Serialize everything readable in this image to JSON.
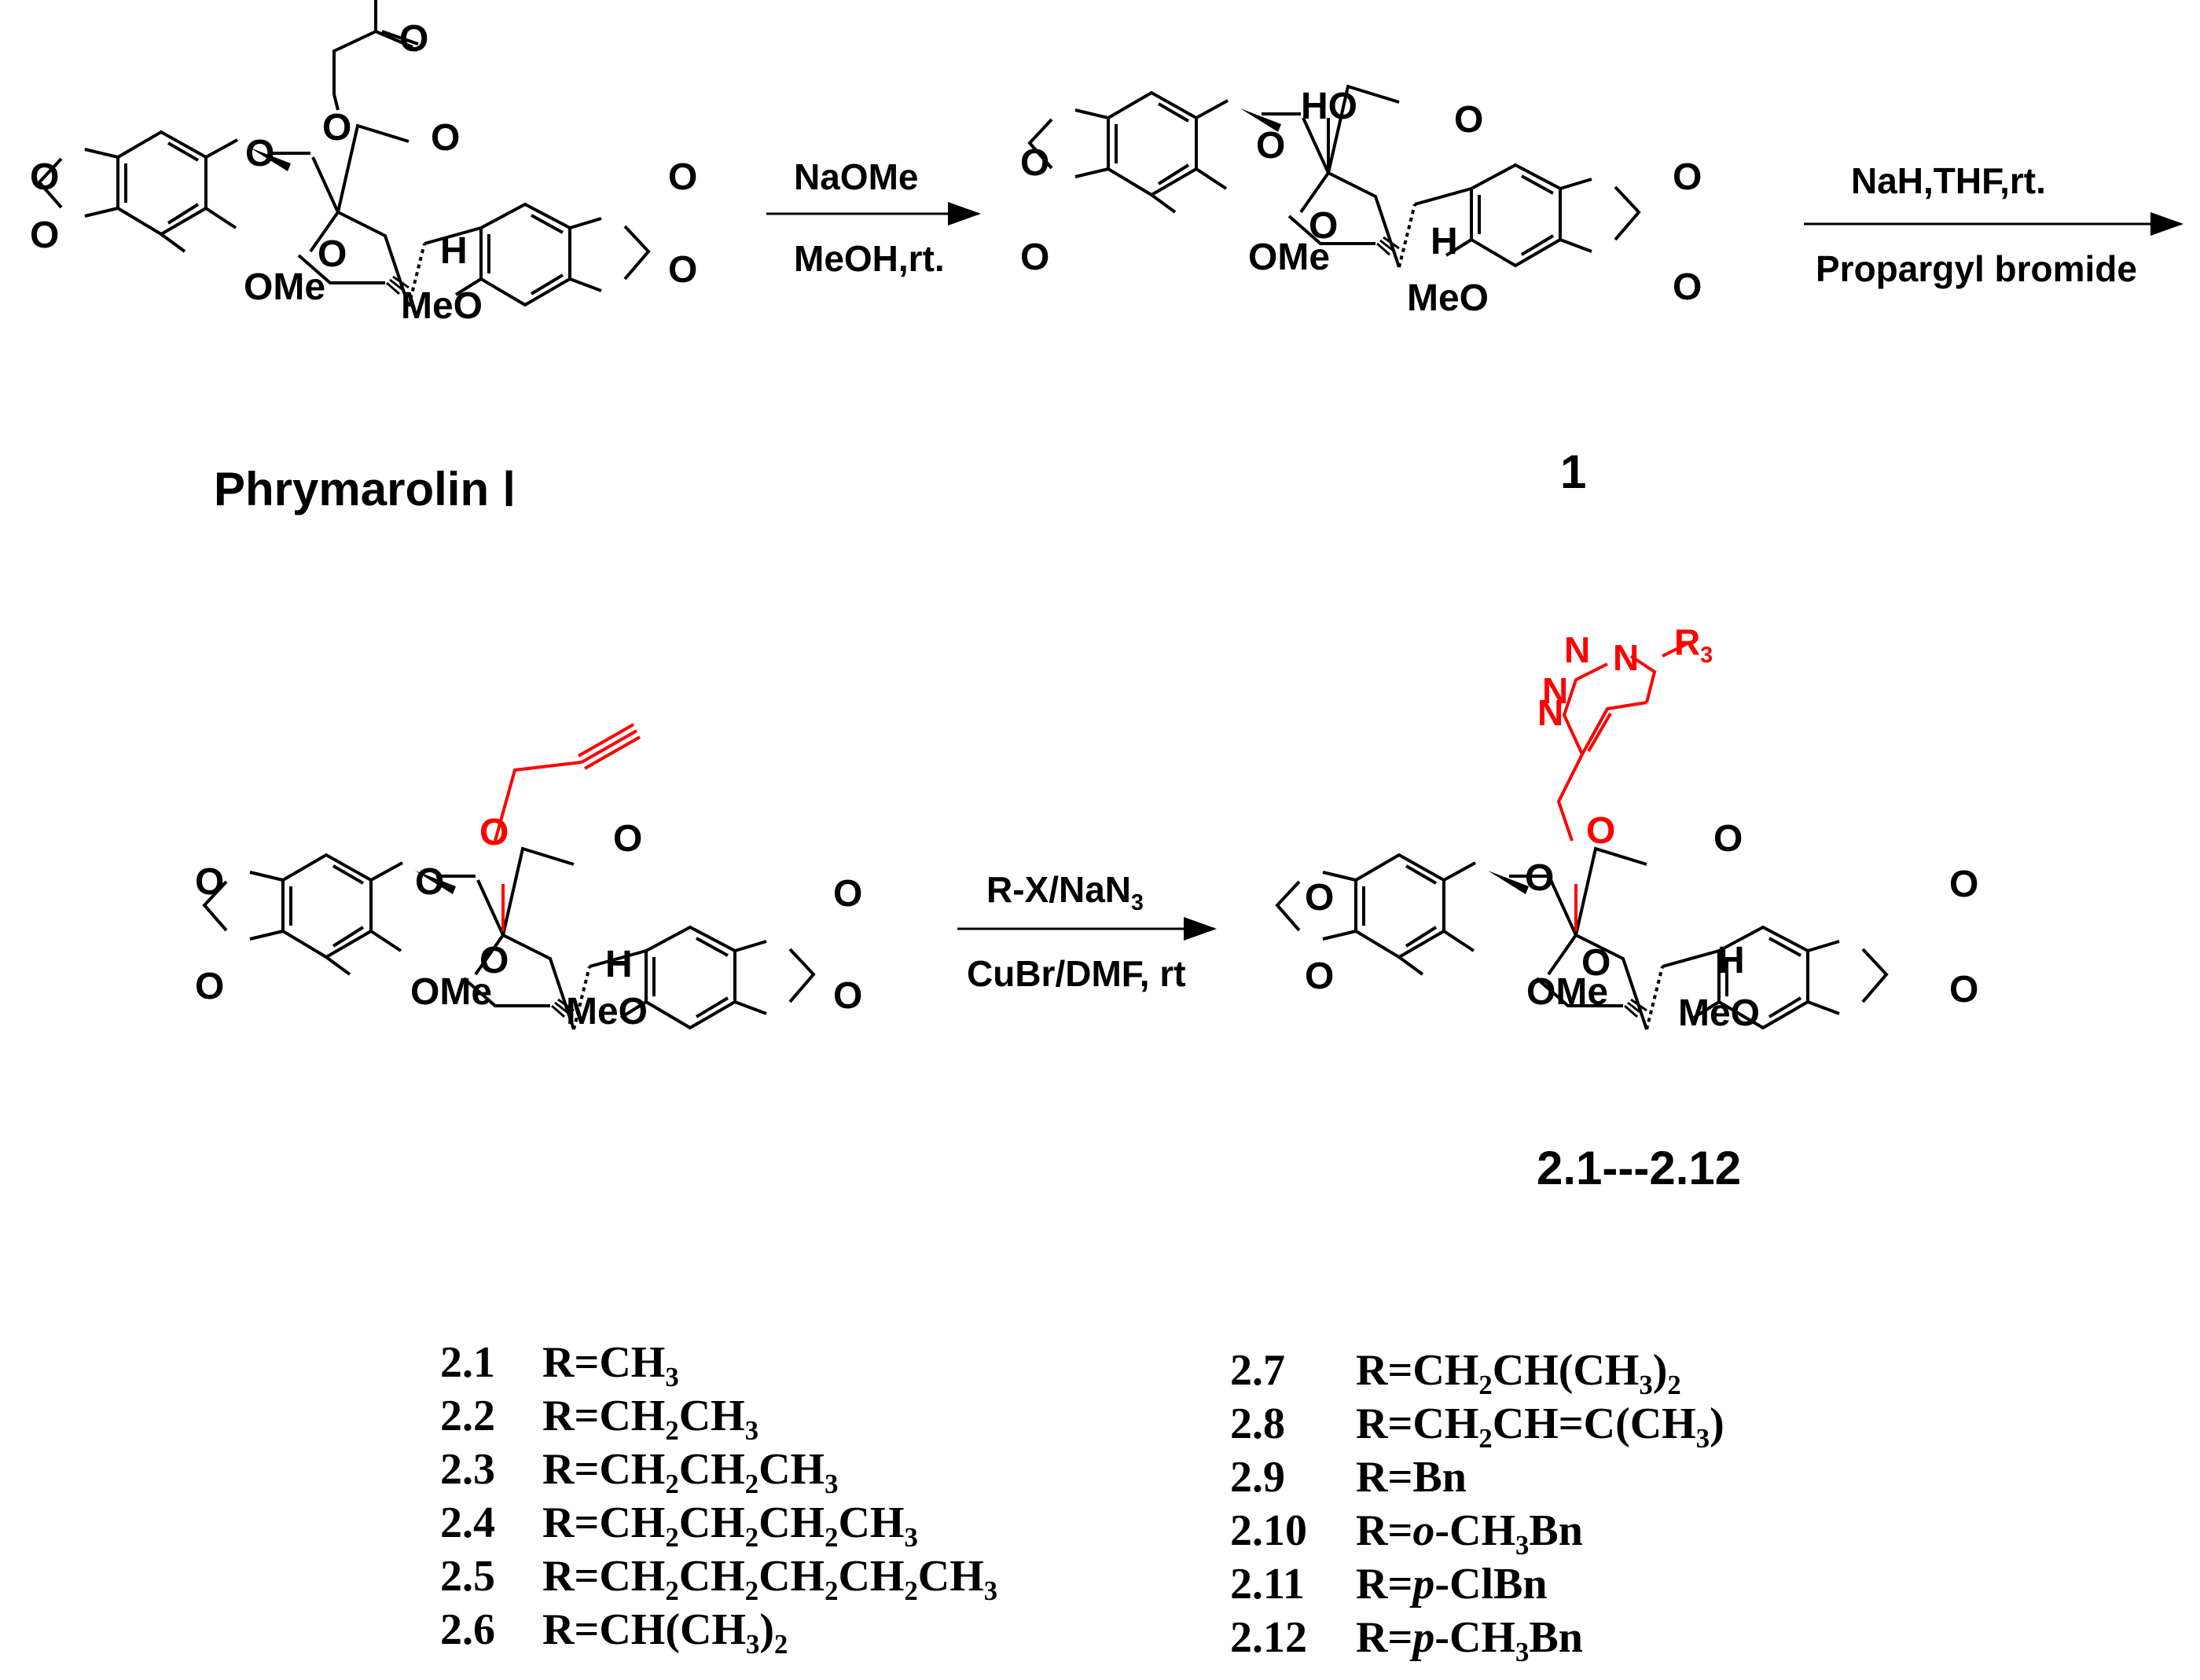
{
  "colors": {
    "ink": "#000000",
    "accent": "#ff0000"
  },
  "step1": {
    "reagent_top": "NaOMe",
    "reagent_bottom": "MeOH,rt."
  },
  "step2": {
    "reagent_top": "NaH,THF,rt.",
    "reagent_bottom": "Propargyl bromide"
  },
  "step3": {
    "reagent_top": "R-X/NaN",
    "reagent_top_sub": "3",
    "reagent_bottom": "CuBr/DMF, rt"
  },
  "compounds": {
    "phrymarolin_label": "Phrymarolin Ⅰ",
    "c1_label": "1",
    "products_label": "2.1---2.12"
  },
  "substituents": [
    {
      "id": "2.1",
      "formula": "R=CH<sub>3</sub>"
    },
    {
      "id": "2.2",
      "formula": "R=CH<sub>2</sub>CH<sub>3</sub>"
    },
    {
      "id": "2.3",
      "formula": "R=CH<sub>2</sub>CH<sub>2</sub>CH<sub>3</sub>"
    },
    {
      "id": "2.4",
      "formula": "R=CH<sub>2</sub>CH<sub>2</sub>CH<sub>2</sub>CH<sub>3</sub>"
    },
    {
      "id": "2.5",
      "formula": "R=CH<sub>2</sub>CH<sub>2</sub>CH<sub>2</sub>CH<sub>2</sub>CH<sub>3</sub>"
    },
    {
      "id": "2.6",
      "formula": "R=CH(CH<sub>3</sub>)<sub>2</sub>"
    },
    {
      "id": "2.7",
      "formula": "R=CH<sub>2</sub>CH(CH<sub>3</sub>)<sub>2</sub>"
    },
    {
      "id": "2.8",
      "formula": "R=CH<sub>2</sub>CH=C(CH<sub>3</sub>)"
    },
    {
      "id": "2.9",
      "formula": "R=Bn"
    },
    {
      "id": "2.10",
      "formula": "R=<i>o</i>-CH<sub>3</sub>Bn"
    },
    {
      "id": "2.11",
      "formula": "R=<i>p</i>-ClBn"
    },
    {
      "id": "2.12",
      "formula": "R=<i>p</i>-CH<sub>3</sub>Bn"
    }
  ],
  "atoms": {
    "O": "O",
    "OMe": "OMe",
    "MeO": "MeO",
    "H": "H",
    "HO": "HO",
    "N": "N",
    "R3": "R",
    "R3_sub": "3"
  }
}
